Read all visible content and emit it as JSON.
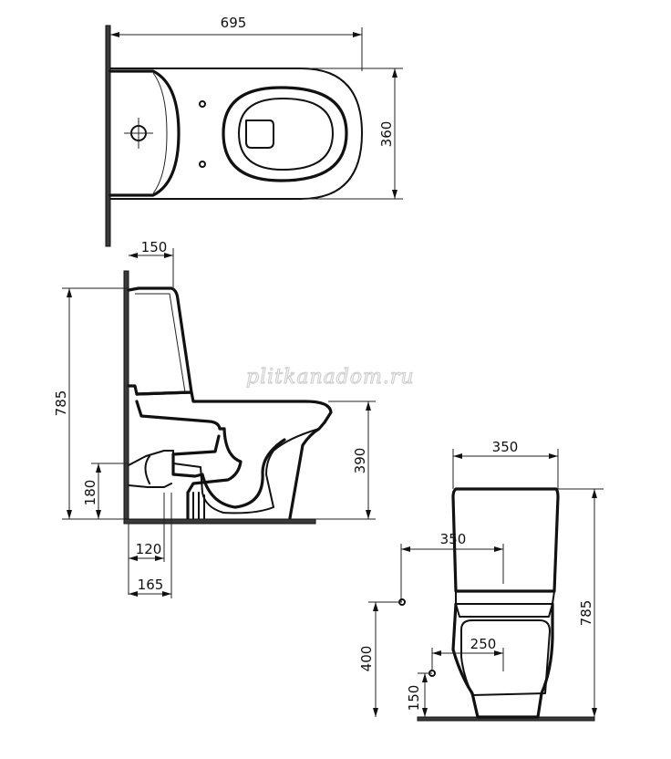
{
  "dimensions": {
    "top_width": "695",
    "top_depth": "360",
    "cistern_depth": "150",
    "total_height_side": "785",
    "seat_height": "390",
    "outlet_height": "180",
    "outlet_offset_120": "120",
    "outlet_offset_165": "165",
    "front_width": "350",
    "supply_spacing": "350",
    "supply_spacing_low": "250",
    "supply_height_400": "400",
    "supply_height_150": "150",
    "total_height_front": "785"
  },
  "watermark": "plitkanadom.ru",
  "colors": {
    "line": "#111111",
    "wall": "#3a3a3a",
    "watermark": "#d2d2d2"
  }
}
